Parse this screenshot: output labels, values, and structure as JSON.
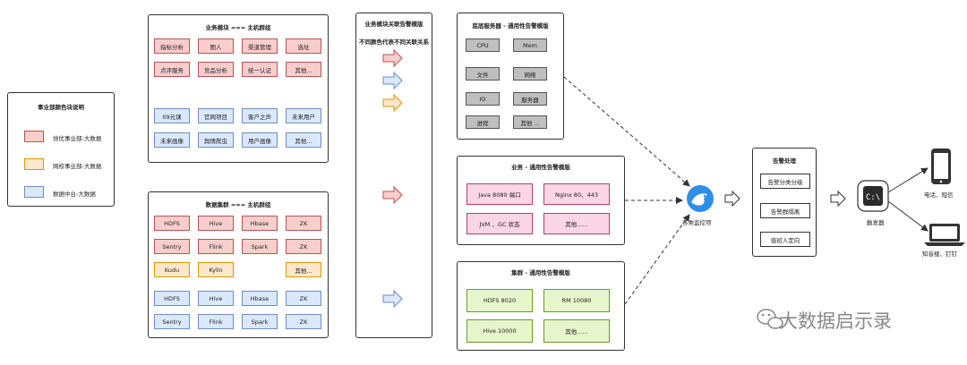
{
  "legend": {
    "title": "事业部颜色块说明",
    "items": [
      {
        "label": "培优事业部-大数据",
        "color": "#f8cecc"
      },
      {
        "label": "网校事业部-大数据",
        "color": "#ffe6cc"
      },
      {
        "label": "数据中台-大数据",
        "color": "#dae8fc"
      }
    ]
  },
  "business": {
    "title": "业务模块 === 主机群组",
    "rows": [
      [
        "指标分析",
        "图人",
        "渠道管理",
        "选址"
      ],
      [
        "点评服务",
        "竞品分析",
        "统一认证",
        "其他..."
      ],
      [
        "09元课",
        "官网项目",
        "客户之声",
        "未来用户"
      ],
      [
        "未来画像",
        "舆情爬虫",
        "用户画像",
        "其他..."
      ]
    ]
  },
  "datacluster": {
    "title": "数据集群 === 主机群组",
    "rows": [
      [
        "HDFS",
        "Hive",
        "Hbase",
        "ZK"
      ],
      [
        "Sentry",
        "Flink",
        "Spark",
        "ZK"
      ],
      [
        "Kudu",
        "Kylin",
        "其他..."
      ],
      [
        "HDFS",
        "Hive",
        "Hbase",
        "ZK"
      ],
      [
        "Sentry",
        "Flink",
        "Spark",
        "ZK"
      ]
    ]
  },
  "assoc": {
    "title": "业务模块关联告警模版",
    "subtitle": "不同颜色代表不同关联关系"
  },
  "base_server": {
    "title": "底层服务器 - 通用性告警模版",
    "items": [
      "CPU",
      "Mem",
      "文件",
      "网络",
      "IO",
      "服务器",
      "进程",
      "其他 ..."
    ]
  },
  "business_tpl": {
    "title": "业务 - 通用性告警模版",
    "items": [
      "Java 8080 端口",
      "Nginx 80、443",
      "JVM 、GC 状态",
      "其他......"
    ]
  },
  "cluster_tpl": {
    "title": "集群 - 通用性告警模版",
    "items": [
      "HDFS 8020",
      "RM 10080",
      "Hive 10000",
      "其他......"
    ]
  },
  "monitor": {
    "label": "各类监控项",
    "icon": "monitor-bird-icon"
  },
  "alarm": {
    "title": "告警处理",
    "items": [
      "告警分类分级",
      "告警群隔离",
      "值班人定向"
    ]
  },
  "trigger": {
    "label": "触发器",
    "icon": "terminal-icon"
  },
  "outputs": [
    {
      "label": "电话、短信",
      "icon": "phone-icon"
    },
    {
      "label": "知音楼、钉钉",
      "icon": "laptop-icon"
    }
  ],
  "watermark": "大数据启示录"
}
